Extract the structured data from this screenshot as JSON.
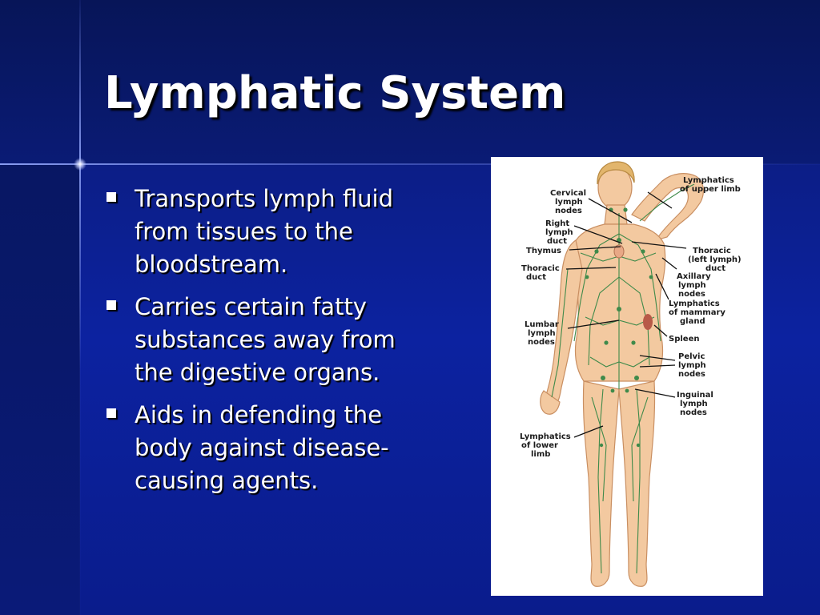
{
  "slide": {
    "title": "Lymphatic System",
    "bullets": [
      "Transports lymph fluid from tissues to the bloodstream.",
      "Carries certain fatty substances away from the digestive organs.",
      "Aids in defending the body against disease-causing agents."
    ]
  },
  "figure": {
    "labels": {
      "upper_limb": [
        "Lymphatics",
        "of upper limb"
      ],
      "cervical": [
        "Cervical",
        "lymph",
        "nodes"
      ],
      "right_duct": [
        "Right",
        "lymph",
        "duct"
      ],
      "thymus": [
        "Thymus"
      ],
      "thoracic_left": [
        "Thoracic",
        "(left lymph)",
        "duct"
      ],
      "thoracic_duct": [
        "Thoracic",
        "duct"
      ],
      "axillary": [
        "Axillary",
        "lymph",
        "nodes"
      ],
      "mammary": [
        "Lymphatics",
        "of mammary",
        "gland"
      ],
      "lumbar": [
        "Lumbar",
        "lymph",
        "nodes"
      ],
      "spleen": [
        "Spleen"
      ],
      "pelvic": [
        "Pelvic",
        "lymph",
        "nodes"
      ],
      "inguinal": [
        "Inguinal",
        "lymph",
        "nodes"
      ],
      "lower_limb": [
        "Lymphatics",
        "of lower",
        "limb"
      ]
    }
  },
  "colors": {
    "background": "#0a1a7a",
    "text": "#ffffff",
    "skin": "#f3c9a0",
    "lymph": "#3f8a4a"
  }
}
